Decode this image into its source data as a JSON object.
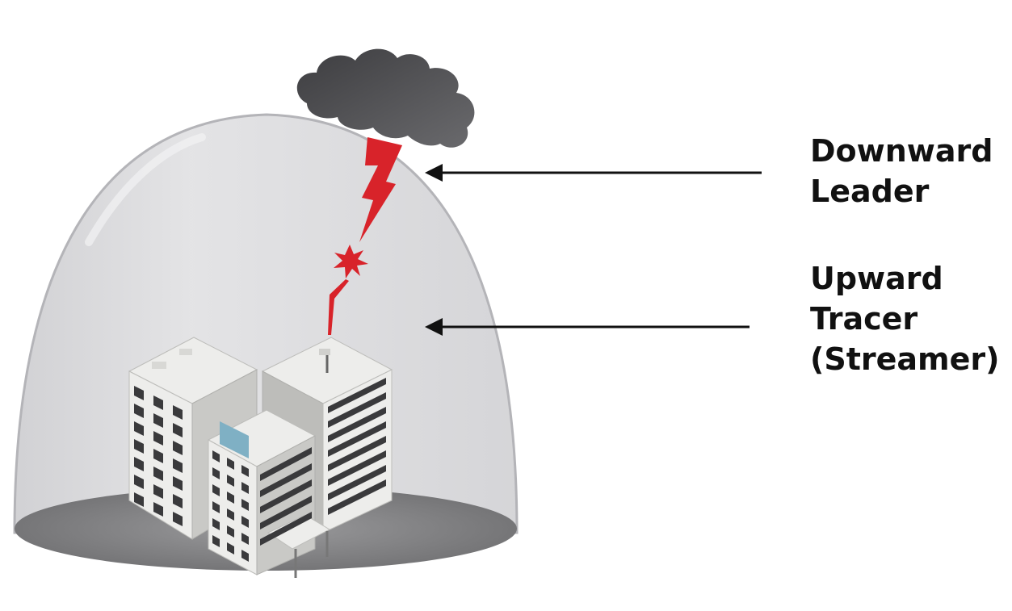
{
  "labels": {
    "downward_leader": [
      "Downward",
      "Leader"
    ],
    "upward_tracer": [
      "Upward",
      "Tracer",
      "(Streamer)"
    ]
  },
  "colors": {
    "dome_fill": "#dcdcde",
    "dome_stroke": "#b4b4b8",
    "ground": "#8a8a8c",
    "cloud": "#4a4a4d",
    "lightning": "#d8232a",
    "building_light": "#ededeb",
    "building_shade": "#c9c9c6",
    "window": "#3a3a3c",
    "sign": "#7fb0c4",
    "arrow": "#111111"
  },
  "icons": {
    "cloud": "storm-cloud-icon",
    "bolt": "lightning-bolt-icon",
    "spark": "spark-starburst-icon",
    "buildings": "office-buildings-icon",
    "dome": "protection-dome-icon"
  }
}
